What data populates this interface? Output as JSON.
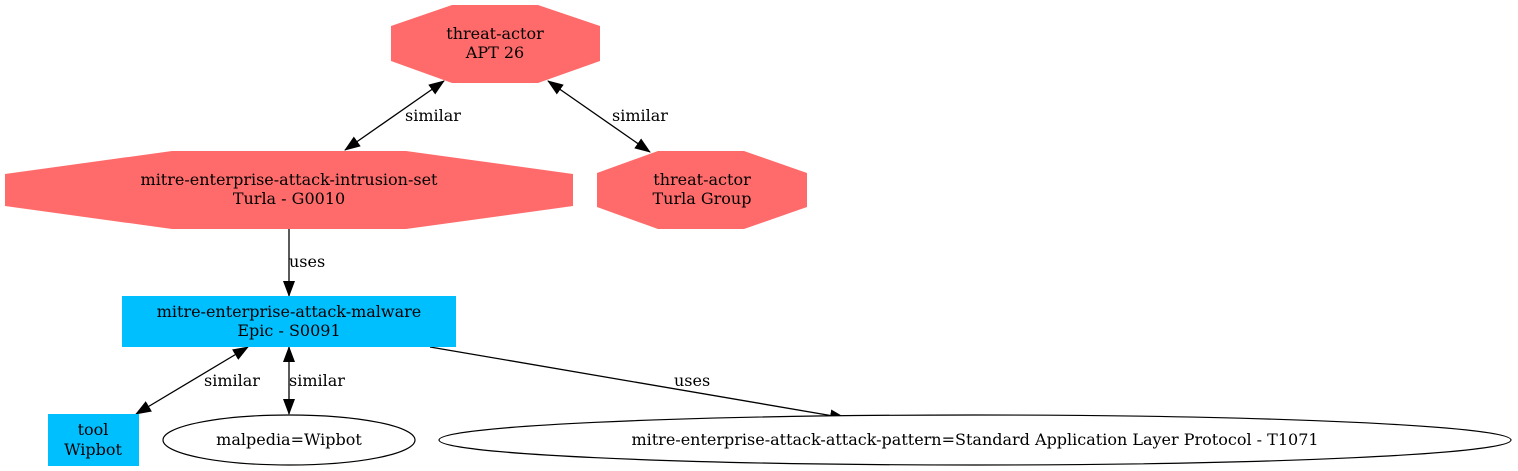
{
  "colors": {
    "actor_fill": "#ff6b6b",
    "malware_fill": "#00bfff",
    "ellipse_fill": "#ffffff",
    "edge": "#000000"
  },
  "nodes": {
    "apt26": {
      "type": "threat-actor",
      "name": "APT 26"
    },
    "turla_set": {
      "type": "mitre-enterprise-attack-intrusion-set",
      "name": "Turla - G0010"
    },
    "turla_group": {
      "type": "threat-actor",
      "name": "Turla Group"
    },
    "epic": {
      "type": "mitre-enterprise-attack-malware",
      "name": "Epic - S0091"
    },
    "wipbot_tool": {
      "type": "tool",
      "name": "Wipbot"
    },
    "malpedia": {
      "label": "malpedia=Wipbot"
    },
    "attack_pattern": {
      "label": "mitre-enterprise-attack-attack-pattern=Standard Application Layer Protocol - T1071"
    }
  },
  "edges": {
    "apt26_turla_set": "similar",
    "apt26_turla_group": "similar",
    "turla_set_epic": "uses",
    "epic_wipbot_tool": "similar",
    "epic_malpedia": "similar",
    "epic_attack_pattern": "uses"
  }
}
